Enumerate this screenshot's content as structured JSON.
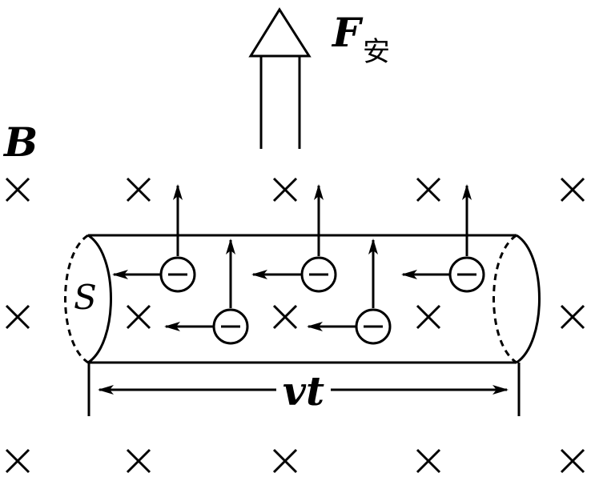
{
  "labels": {
    "force_symbol": "F",
    "force_subscript": "安",
    "field_symbol": "B",
    "area_symbol": "S",
    "length_expression": "vt"
  },
  "field": {
    "direction": "into-page"
  },
  "charges": {
    "sign": "negative",
    "count": 5
  },
  "colors": {
    "ink": "#000000",
    "background": "#ffffff"
  }
}
